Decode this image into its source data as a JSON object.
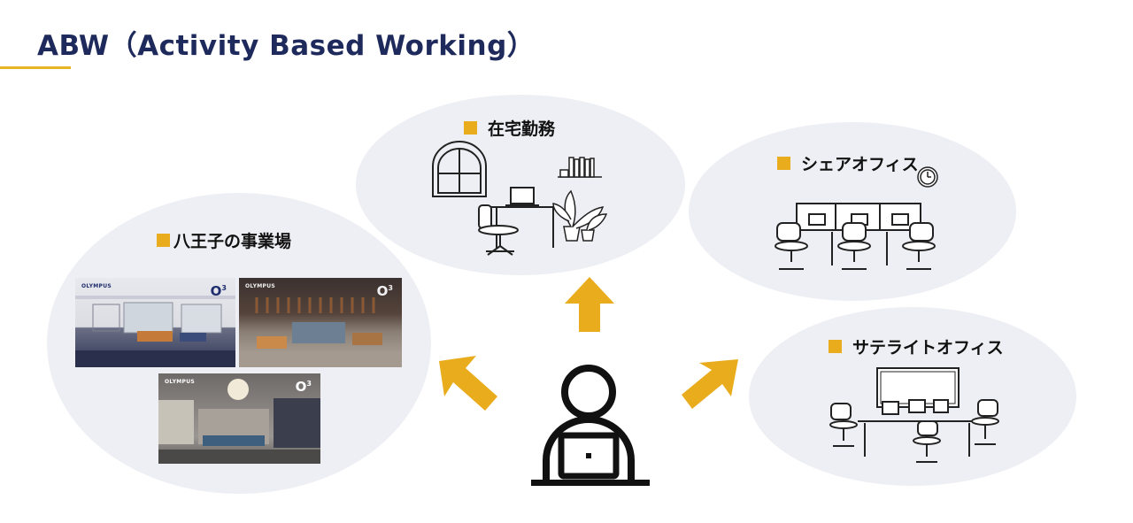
{
  "title": "ABW（Activity Based Working）",
  "colors": {
    "title": "#1f2a5c",
    "accent": "#e8ac1c",
    "bubble": "#eeeff4",
    "arrow": "#e8ac1c"
  },
  "bubbles": {
    "hachioji": {
      "label": "八王子の事業場",
      "photos": [
        {
          "logo": "OLYMPUS",
          "mark": "O",
          "sup": "3"
        },
        {
          "logo": "OLYMPUS",
          "mark": "O",
          "sup": "3"
        },
        {
          "logo": "OLYMPUS",
          "mark": "O",
          "sup": "3"
        }
      ]
    },
    "home": {
      "label": "在宅勤務"
    },
    "share": {
      "label": "シェアオフィス"
    },
    "satellite": {
      "label": "サテライトオフィス"
    }
  },
  "icons": [
    "person-laptop-icon",
    "arrow-up-icon",
    "arrow-up-left-icon",
    "arrow-up-right-icon",
    "window-icon",
    "bookshelf-icon",
    "desk-icon",
    "office-chair-icon",
    "plant-icon",
    "clock-icon",
    "monitor-icon",
    "whiteboard-icon"
  ]
}
